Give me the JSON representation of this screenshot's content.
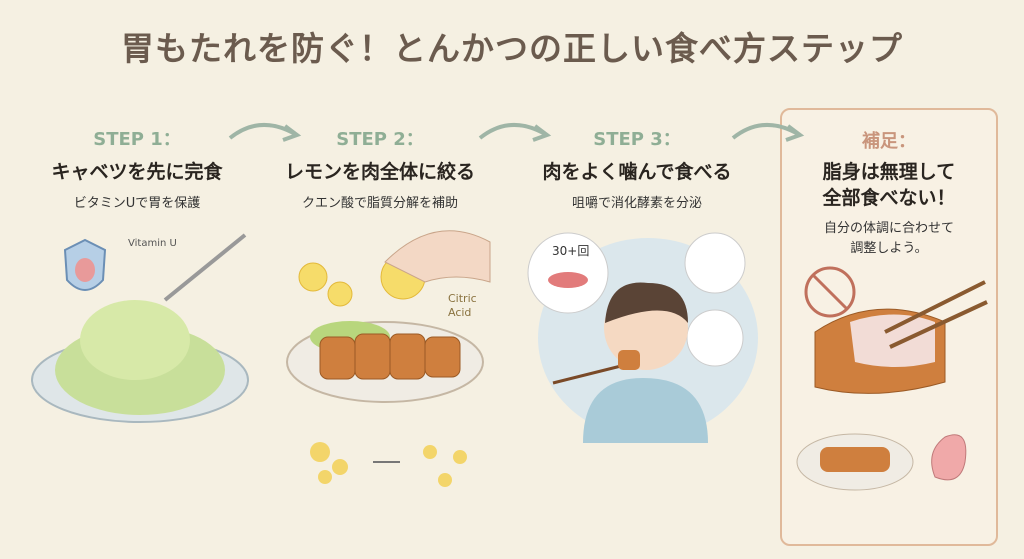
{
  "title": "胃もたれを防ぐ！とんかつの正しい食べ方ステップ",
  "steps": [
    {
      "step": "STEP 1：",
      "heading": "キャベツを先に完食",
      "sub": "ビタミンUで胃を保護",
      "label": "Vitamin U"
    },
    {
      "step": "STEP 2：",
      "heading": "レモンを肉全体に絞る",
      "sub": "クエン酸で脂質分解を補助",
      "label": "Citric Acid"
    },
    {
      "step": "STEP 3：",
      "heading": "肉をよく噛んで食べる",
      "sub": "咀嚼で消化酵素を分泌",
      "label": "30+回"
    }
  ],
  "note": {
    "step": "補足：",
    "heading1": "脂身は無理して",
    "heading2": "全部食べない！",
    "sub1": "自分の体調に合わせて",
    "sub2": "調整しよう。"
  },
  "colors": {
    "step": "#8fae95",
    "note": "#c9957c",
    "title": "#6b5b4e"
  }
}
